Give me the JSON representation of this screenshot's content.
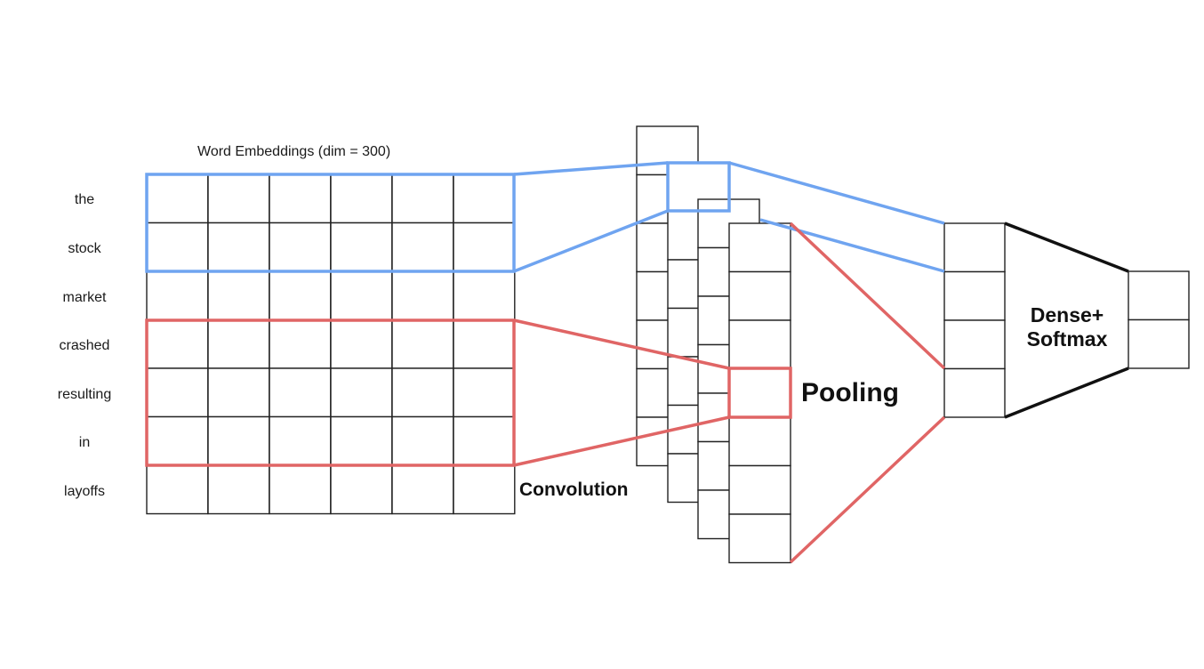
{
  "embedding_title": "Word Embeddings (dim = 300)",
  "words": [
    "the",
    "stock",
    "market",
    "crashed",
    "resulting",
    "in",
    "layoffs"
  ],
  "labels": {
    "convolution": "Convolution",
    "pooling": "Pooling",
    "dense_line1": "Dense+",
    "dense_line2": "Softmax"
  },
  "colors": {
    "window_1": "#6fa4f0",
    "window_2": "#e06565",
    "grid": "#222222"
  }
}
